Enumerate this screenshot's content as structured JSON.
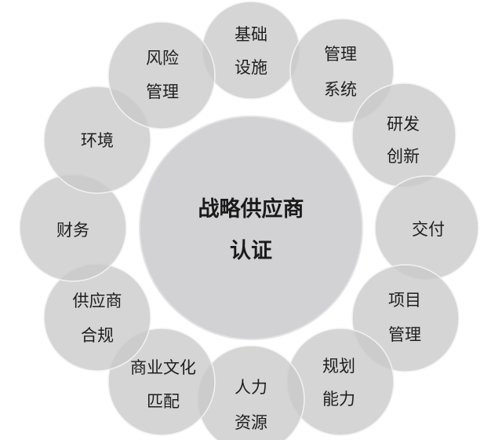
{
  "center": {
    "lines": [
      "战略供应商",
      "认证"
    ]
  },
  "petals": [
    {
      "lines": [
        "基础",
        "设施"
      ]
    },
    {
      "lines": [
        "管理",
        "系统"
      ]
    },
    {
      "lines": [
        "研发",
        "创新"
      ]
    },
    {
      "lines": [
        "交付"
      ]
    },
    {
      "lines": [
        "项目",
        "管理"
      ]
    },
    {
      "lines": [
        "规划",
        "能力"
      ]
    },
    {
      "lines": [
        "人力",
        "资源"
      ]
    },
    {
      "lines": [
        "商业文化",
        "匹配"
      ]
    },
    {
      "lines": [
        "供应商",
        "合规"
      ]
    },
    {
      "lines": [
        "财务"
      ]
    },
    {
      "lines": [
        "环境"
      ]
    },
    {
      "lines": [
        "风险",
        "管理"
      ]
    }
  ],
  "colors": {
    "petal_fill": "#c9c9cb",
    "center_fill": "#d2d2d4",
    "text": "#1e1e1e"
  }
}
